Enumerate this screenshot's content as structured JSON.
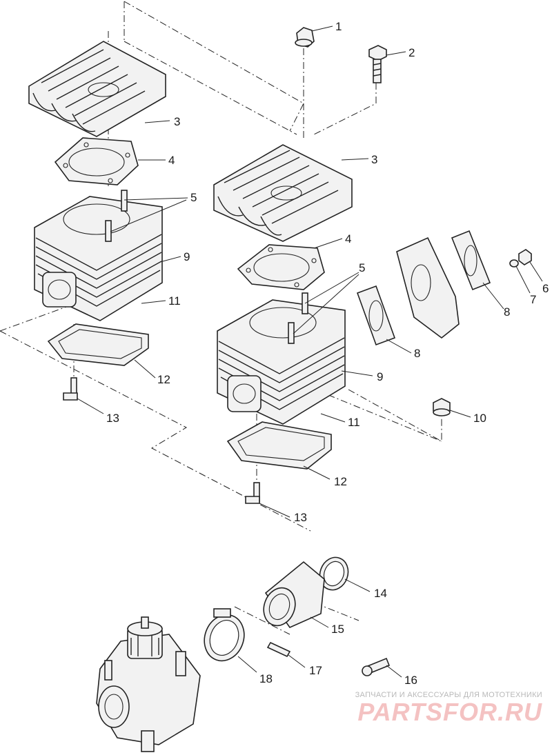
{
  "callouts": [
    {
      "n": "1"
    },
    {
      "n": "2"
    },
    {
      "n": "3"
    },
    {
      "n": "4"
    },
    {
      "n": "5"
    },
    {
      "n": "9"
    },
    {
      "n": "11"
    },
    {
      "n": "12"
    },
    {
      "n": "13"
    },
    {
      "n": "3"
    },
    {
      "n": "4"
    },
    {
      "n": "5"
    },
    {
      "n": "8"
    },
    {
      "n": "8"
    },
    {
      "n": "6"
    },
    {
      "n": "7"
    },
    {
      "n": "9"
    },
    {
      "n": "10"
    },
    {
      "n": "11"
    },
    {
      "n": "12"
    },
    {
      "n": "13"
    },
    {
      "n": "14"
    },
    {
      "n": "15"
    },
    {
      "n": "16"
    },
    {
      "n": "17"
    },
    {
      "n": "18"
    }
  ],
  "watermark": {
    "subtitle": "ЗАПЧАСТИ И АКСЕССУАРЫ ДЛЯ МОТОТЕХНИКИ",
    "logo": "PARTSFOR.RU",
    "logo_color": "#f4c2c2"
  }
}
